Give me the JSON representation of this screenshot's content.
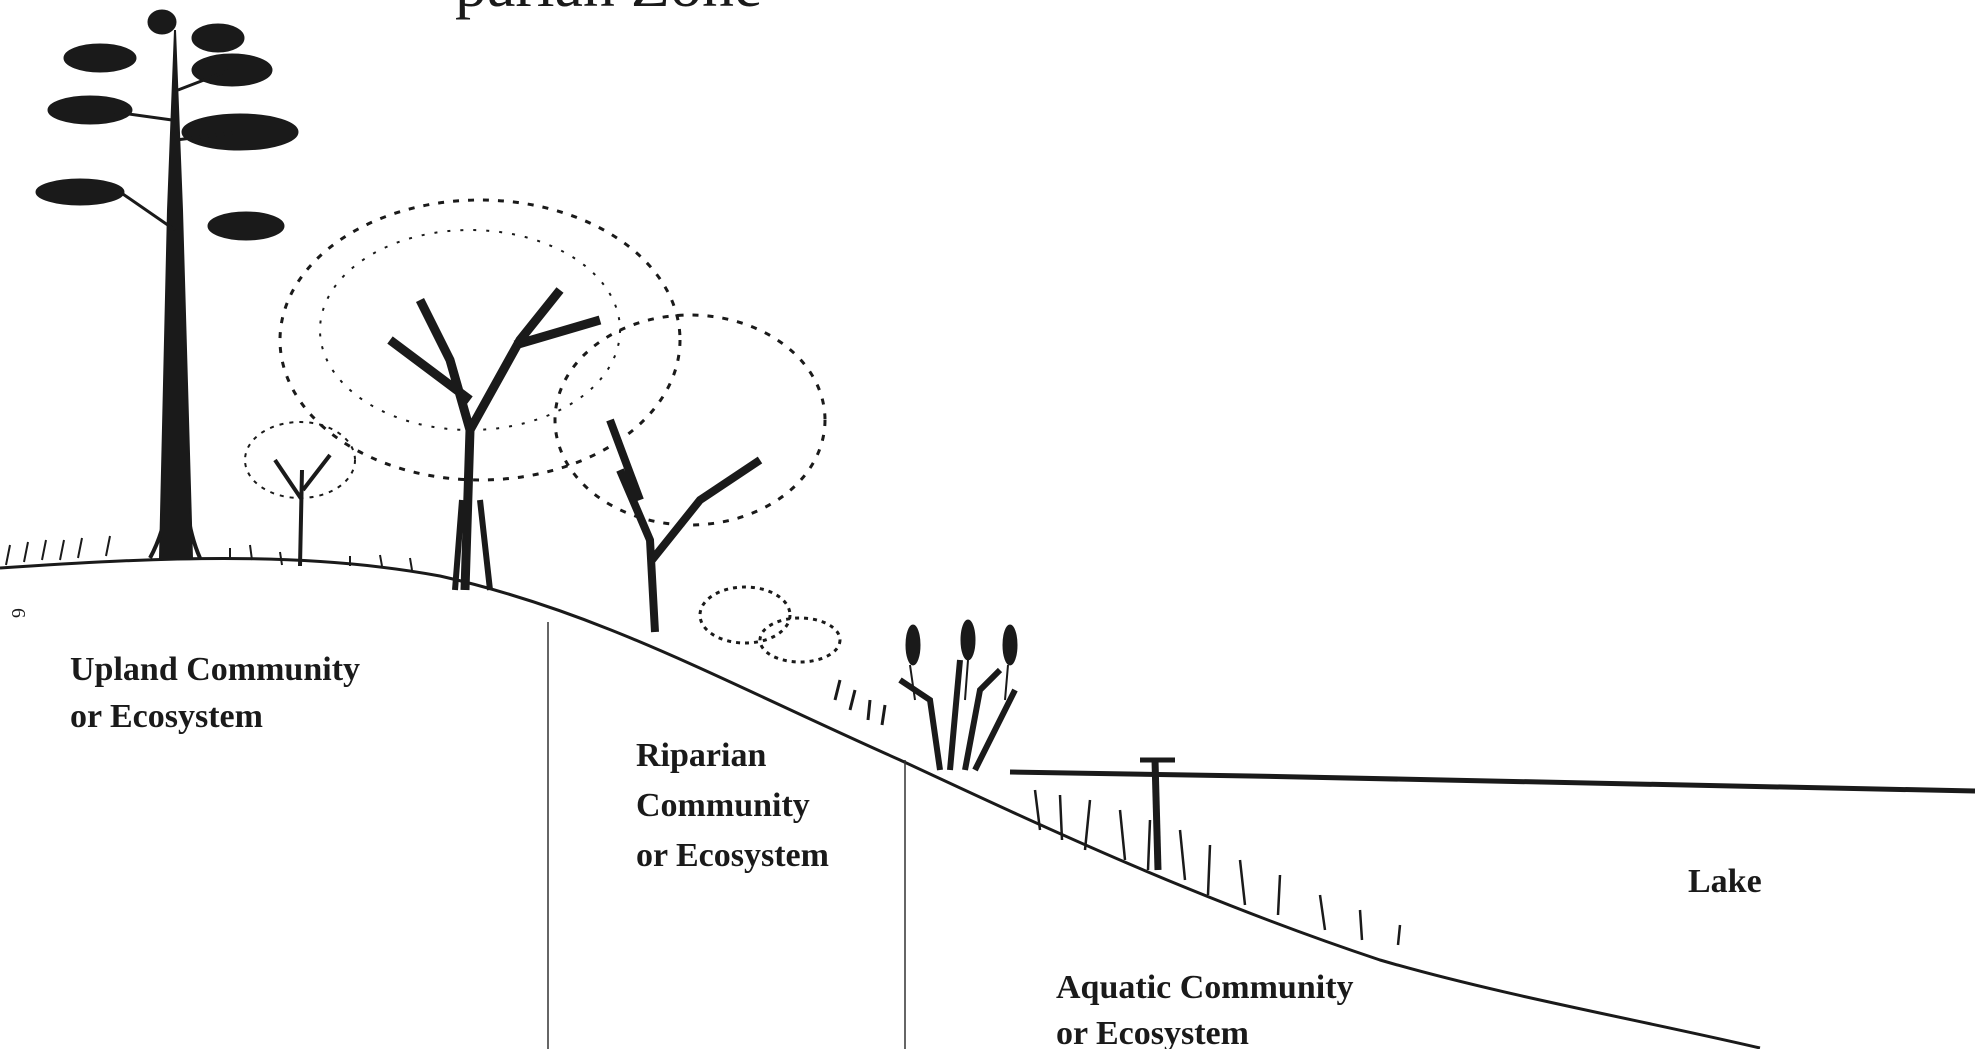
{
  "header": {
    "title_fragment": "parian Zone"
  },
  "page_number": "6",
  "zones": [
    {
      "line1": "Upland Community",
      "line2": "or Ecosystem"
    },
    {
      "line1": "Riparian",
      "line2": "Community",
      "line3": "or Ecosystem"
    },
    {
      "line1": "Aquatic Community",
      "line2": "or Ecosystem"
    }
  ],
  "lake_label": "Lake",
  "colors": {
    "ink": "#1a1a1a",
    "background": "#ffffff"
  }
}
